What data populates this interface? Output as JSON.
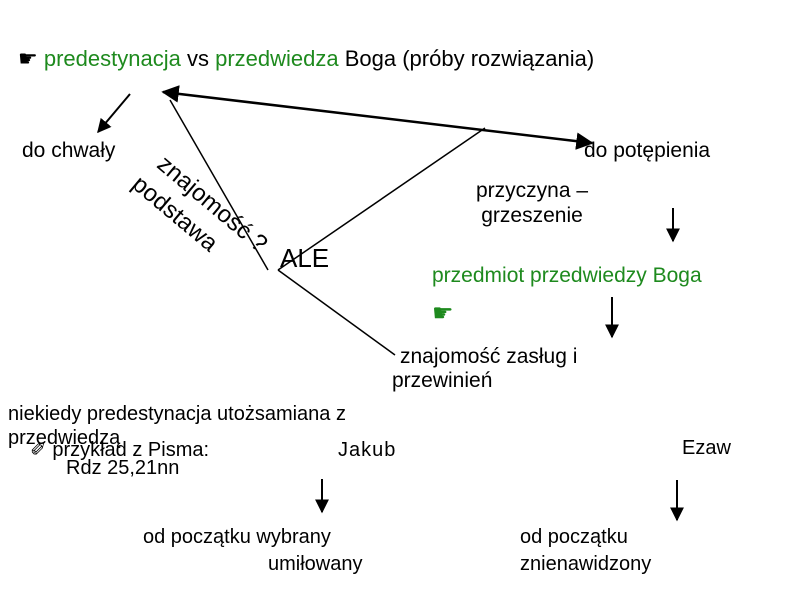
{
  "colors": {
    "green": "#1e8a1e",
    "text": "#000000"
  },
  "title": {
    "icon": "pointing-hand-icon",
    "icon_glyph": "☛",
    "word1": "predestynacja",
    "word2": "vs",
    "word3": "przedwiedza",
    "word4": "Boga (próby rozwiązania)"
  },
  "labels": {
    "do_chwaly": "do chwały",
    "do_potepienia": "do potępienia",
    "przyczyna_1": "przyczyna –",
    "przyczyna_2": "grzeszenie",
    "rotated_outer": "znajomość ?",
    "rotated_inner": "podstawa",
    "ale": "ALE",
    "przedmiot": "przedmiot przedwiedzy Boga",
    "hand_glyph": "☛",
    "znajomosc_1": "znajomość zasług i",
    "znajomosc_2": "przewinień",
    "niekiedy_1": "niekiedy predestynacja utożsamiana z",
    "niekiedy_2": "przedwiedzą",
    "pencil_glyph": "✐",
    "przyklad": "przykład z Pisma:",
    "rdz": "Rdz 25,21nn",
    "jakub": "Jakub",
    "ezaw": "Ezaw",
    "wybrany_1": "od początku wybrany",
    "wybrany_2": "umiłowany",
    "znienawidzony_1": "od początku",
    "znienawidzony_2": "znienawidzony"
  }
}
